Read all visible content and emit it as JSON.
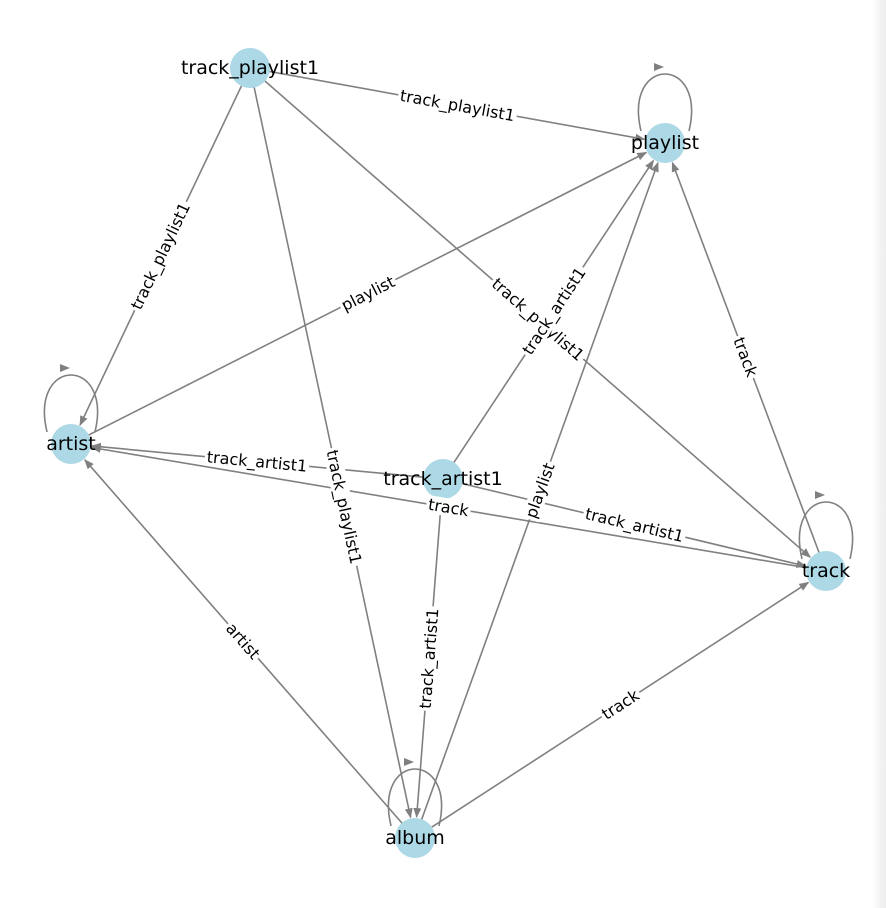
{
  "colors": {
    "node_fill": "#add8e6",
    "edge": "#808080",
    "label_bg": "#ffffff",
    "text": "#000000"
  },
  "nodes": [
    {
      "id": "track_playlist1",
      "label": "track_playlist1"
    },
    {
      "id": "playlist",
      "label": "playlist"
    },
    {
      "id": "artist",
      "label": "artist"
    },
    {
      "id": "track_artist1",
      "label": "track_artist1"
    },
    {
      "id": "track",
      "label": "track"
    },
    {
      "id": "album",
      "label": "album"
    }
  ],
  "edges": [
    {
      "from": "track_playlist1",
      "to": "playlist",
      "label": "track_playlist1"
    },
    {
      "from": "track_playlist1",
      "to": "artist",
      "label": "track_playlist1"
    },
    {
      "from": "track_playlist1",
      "to": "album",
      "label": "track_playlist1"
    },
    {
      "from": "track_playlist1",
      "to": "track",
      "label": "track_playlist1"
    },
    {
      "from": "artist",
      "to": "playlist",
      "label": "playlist"
    },
    {
      "from": "track_artist1",
      "to": "playlist",
      "label": "track_artist1"
    },
    {
      "from": "track",
      "to": "playlist",
      "label": "track"
    },
    {
      "from": "album",
      "to": "playlist",
      "label": "playlist"
    },
    {
      "from": "track_artist1",
      "to": "artist",
      "label": "track_artist1"
    },
    {
      "from": "track",
      "to": "artist",
      "label": "track"
    },
    {
      "from": "album",
      "to": "artist",
      "label": "artist"
    },
    {
      "from": "track_artist1",
      "to": "track",
      "label": "track_artist1"
    },
    {
      "from": "track_artist1",
      "to": "album",
      "label": "track_artist1"
    },
    {
      "from": "album",
      "to": "track",
      "label": "track"
    }
  ],
  "self_loops": [
    "playlist",
    "artist",
    "track",
    "album"
  ]
}
